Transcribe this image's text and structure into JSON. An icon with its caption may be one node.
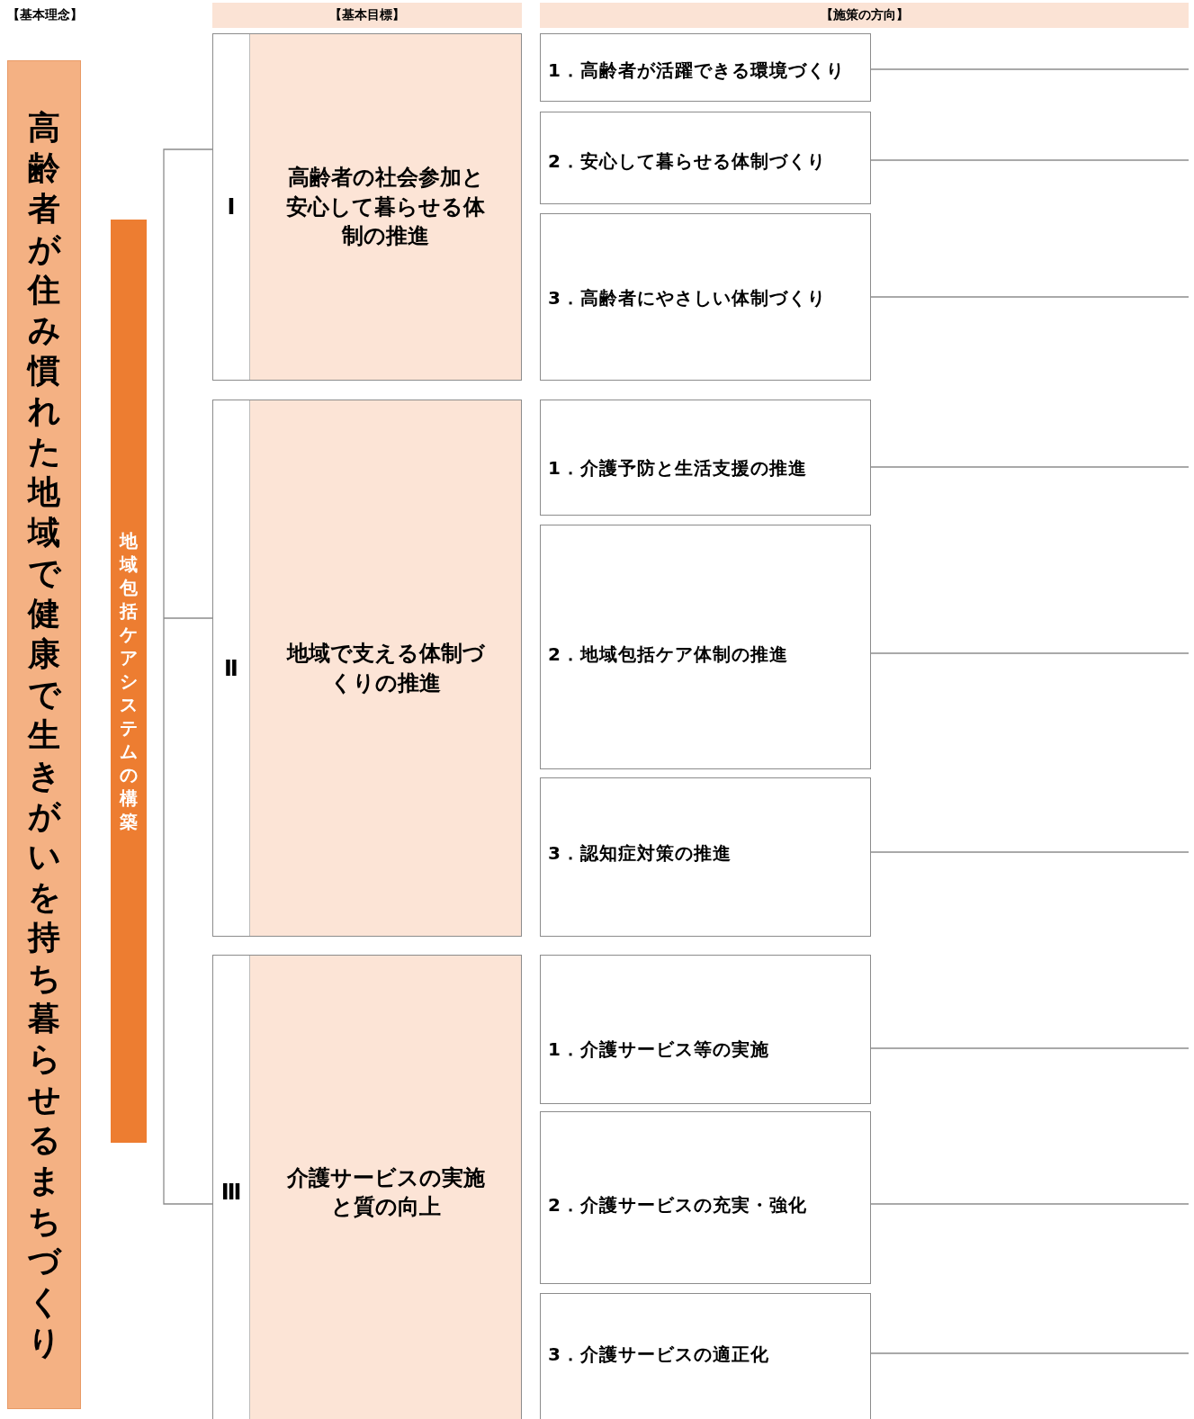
{
  "diagram": {
    "nodes": [
      {
        "text": [
          "【基本目標】"
        ]
      },
      {
        "text": [
          "【施策の方向】"
        ]
      },
      {
        "text": [
          "高齢者が住み慣れた地域で健康で生きがいを持ち暮らせるまちづくり"
        ]
      },
      {
        "text": [
          "地域包括ケアシステムの構築"
        ]
      },
      {
        "text": [
          "Ⅰ",
          "高齢者の社会参加と安心して暮らせる体制の推進"
        ]
      },
      {
        "text": [
          "1．高齢者が活躍できる環境づくり"
        ]
      },
      {
        "text": [
          "2．安心して暮らせる体制づくり"
        ]
      },
      {
        "text": [
          "3．高齢者にやさしい体制づくり"
        ]
      },
      {
        "text": [
          "Ⅱ",
          "地域で支える体制づくりの推進"
        ]
      },
      {
        "text": [
          "1．介護予防と生活支援の推進"
        ]
      },
      {
        "text": [
          "2．地域包括ケア体制の推進"
        ]
      },
      {
        "text": [
          "3．認知症対策の推進"
        ]
      },
      {
        "text": [
          "Ⅲ",
          "介護サービスの実施と質の向上"
        ]
      },
      {
        "text": [
          "1．介護サービス等の実施"
        ]
      },
      {
        "text": [
          "2．介護サービスの充実・強化"
        ]
      },
      {
        "text": [
          "3．介護サービスの適正化"
        ]
      }
    ],
    "edges": [
      {
        "from": null,
        "to": 4,
        "arrow": "none"
      },
      {
        "from": null,
        "to": 8,
        "arrow": "none"
      },
      {
        "from": null,
        "to": 12,
        "arrow": "none"
      },
      {
        "from": 5,
        "to": null,
        "arrow": "none"
      },
      {
        "from": 6,
        "to": null,
        "arrow": "none"
      },
      {
        "from": 7,
        "to": null,
        "arrow": "none"
      },
      {
        "from": 9,
        "to": null,
        "arrow": "none"
      },
      {
        "from": 10,
        "to": null,
        "arrow": "none"
      },
      {
        "from": 11,
        "to": null,
        "arrow": "none"
      },
      {
        "from": 13,
        "to": null,
        "arrow": "none"
      },
      {
        "from": 14,
        "to": null,
        "arrow": "none"
      },
      {
        "from": 15,
        "to": null,
        "arrow": "none"
      }
    ],
    "labels": [
      "【基本理念】"
    ]
  }
}
